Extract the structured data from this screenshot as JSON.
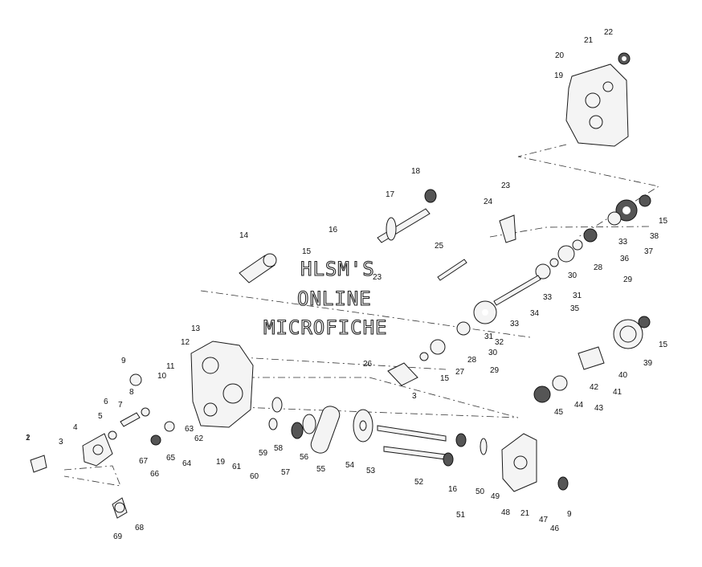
{
  "watermark": {
    "line1": "HLSM'S",
    "line2": "ONLINE",
    "line3": "MICROFICHE"
  },
  "callouts": [
    "1",
    "2",
    "3",
    "3",
    "4",
    "5",
    "6",
    "7",
    "8",
    "9",
    "9",
    "10",
    "11",
    "12",
    "13",
    "14",
    "15",
    "15",
    "15",
    "15",
    "15",
    "16",
    "16",
    "17",
    "18",
    "19",
    "19",
    "20",
    "21",
    "21",
    "22",
    "23",
    "23",
    "24",
    "25",
    "26",
    "27",
    "28",
    "28",
    "29",
    "29",
    "30",
    "30",
    "31",
    "31",
    "32",
    "33",
    "33",
    "33",
    "34",
    "35",
    "36",
    "37",
    "38",
    "39",
    "40",
    "41",
    "42",
    "43",
    "44",
    "45",
    "46",
    "47",
    "48",
    "49",
    "50",
    "51",
    "52",
    "53",
    "54",
    "55",
    "56",
    "57",
    "58",
    "59",
    "60",
    "61",
    "62",
    "63",
    "64",
    "65",
    "66",
    "67",
    "68",
    "69"
  ]
}
